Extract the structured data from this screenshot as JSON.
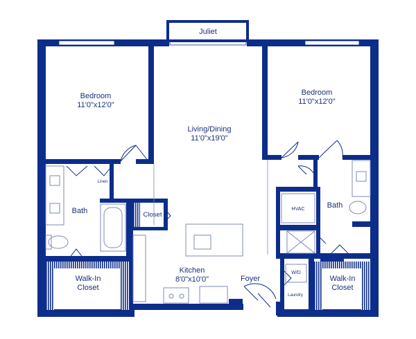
{
  "plan": {
    "wall_color": "#0d2d8a",
    "fixture_color": "#7c88b8",
    "rooms": {
      "juliet": "Juliet",
      "bedroom_left": {
        "name": "Bedroom",
        "dims": "11'0\"x12'0\""
      },
      "bedroom_right": {
        "name": "Bedroom",
        "dims": "11'0\"x12'0\""
      },
      "living": {
        "name": "Living/Dining",
        "dims": "11'0\"x19'0\""
      },
      "kitchen": {
        "name": "Kitchen",
        "dims": "8'0\"x10'0\""
      },
      "bath_left": "Bath",
      "bath_right": "Bath",
      "walkin_left": {
        "line1": "Walk-In",
        "line2": "Closet"
      },
      "walkin_right": {
        "line1": "Walk-In",
        "line2": "Closet"
      },
      "closet": "Closet",
      "linen": "Linen",
      "foyer": "Foyer",
      "laundry": "Laundry",
      "hvac": "HVAC",
      "wd": "W/D"
    }
  }
}
